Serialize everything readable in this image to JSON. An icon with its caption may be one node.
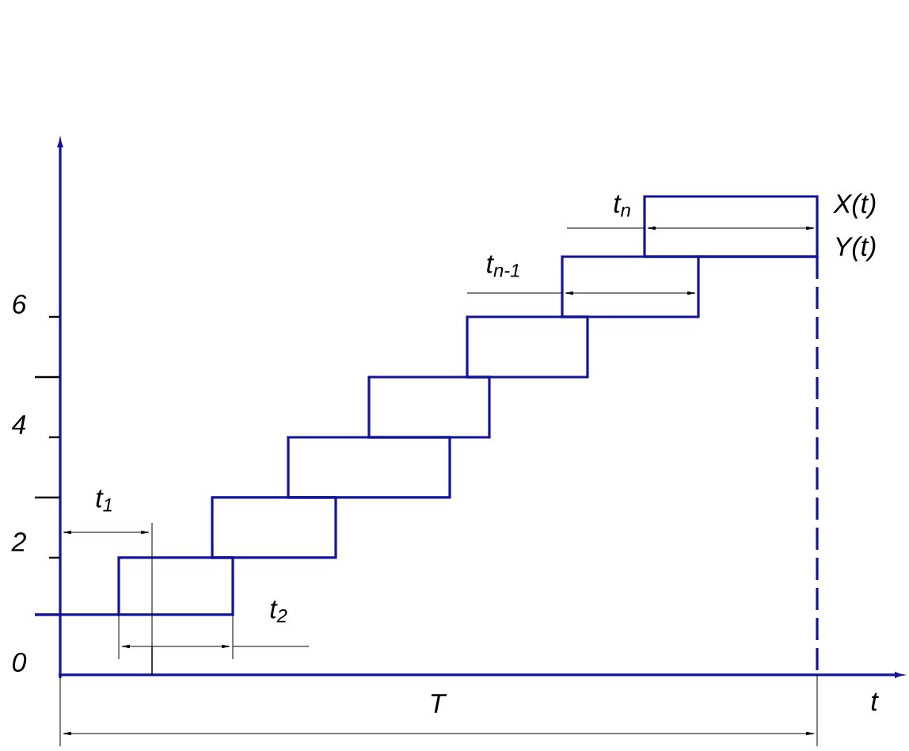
{
  "diagram": {
    "labels": [
      "t$_{n}$",
      "X(t)",
      "t$_{n-1}$",
      "Y(t)",
      "6",
      "4",
      "t$_{1}$",
      "2",
      "t$_{2}$",
      "0",
      "T",
      "t"
    ]
  }
}
